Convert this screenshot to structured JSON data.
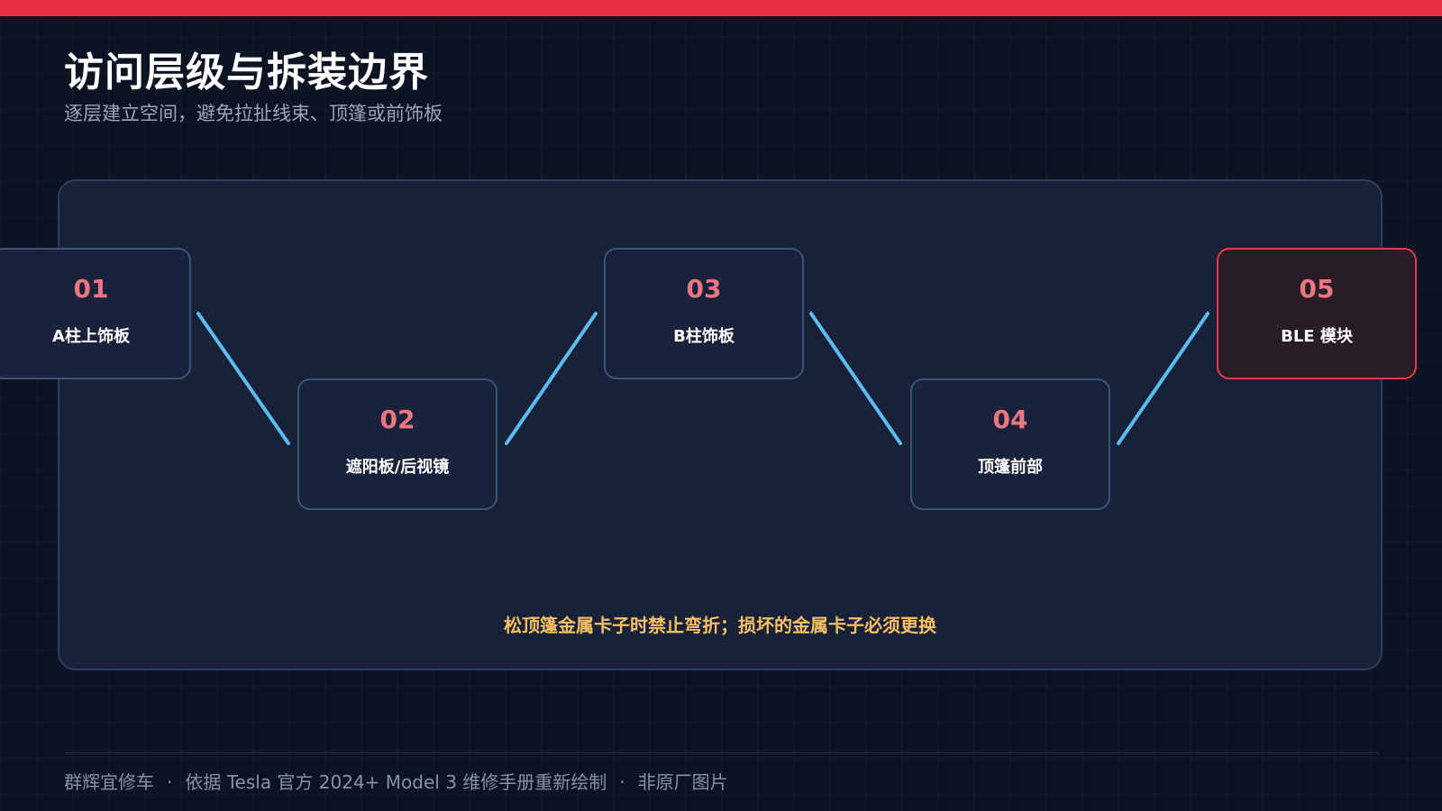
{
  "header": {
    "title": "访问层级与拆装边界",
    "subtitle": "逐层建立空间，避免拉扯线束、顶篷或前饰板",
    "accent_color": "#e83140"
  },
  "steps": [
    {
      "number": "01",
      "label": "A柱上饰板",
      "highlighted": false
    },
    {
      "number": "02",
      "label": "遮阳板/后视镜",
      "highlighted": false
    },
    {
      "number": "03",
      "label": "B柱饰板",
      "highlighted": false
    },
    {
      "number": "04",
      "label": "顶篷前部",
      "highlighted": false
    },
    {
      "number": "05",
      "label": "BLE 模块",
      "highlighted": true
    }
  ],
  "connector_color": "#5bbcf4",
  "warning_text": "松顶篷金属卡子时禁止弯折；损坏的金属卡子必须更换",
  "warning_color": "#f7c163",
  "footer": {
    "brand": "群辉宜修车",
    "source": "依据 Tesla 官方 2024+ Model 3 维修手册重新绘制",
    "note": "非原厂图片"
  }
}
